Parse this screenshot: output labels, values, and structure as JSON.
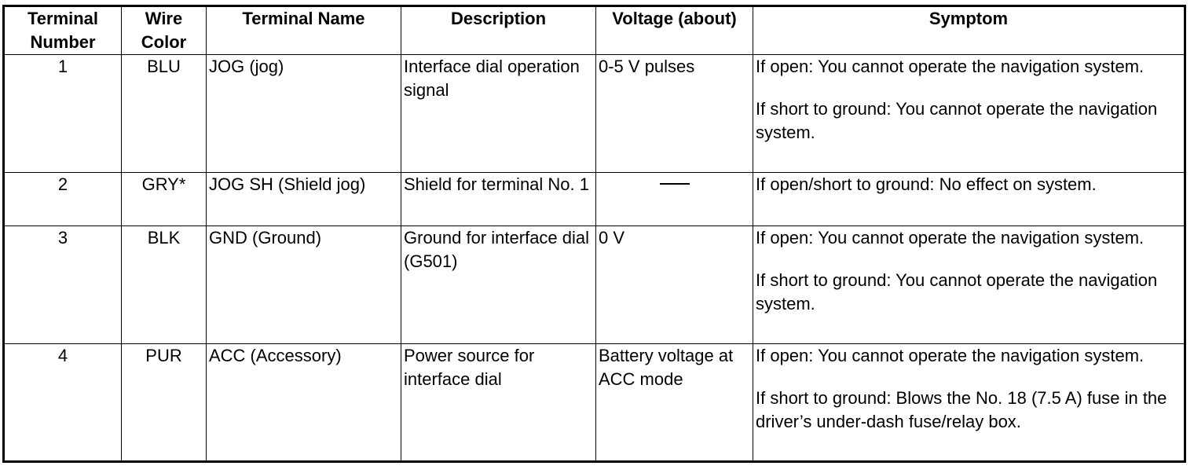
{
  "table": {
    "headers": [
      "Terminal Number",
      "Wire Color",
      "Terminal Name",
      "Description",
      "Voltage (about)",
      "Symptom"
    ],
    "rows": [
      {
        "terminal_number": "1",
        "wire_color": "BLU",
        "terminal_name": "JOG (jog)",
        "description": "Interface dial operation signal",
        "voltage": "0-5 V pulses",
        "symptom": [
          "If open: You cannot operate the navigation system.",
          "If short to ground: You cannot operate the navigation system."
        ]
      },
      {
        "terminal_number": "2",
        "wire_color": "GRY*",
        "terminal_name": "JOG SH (Shield jog)",
        "description": "Shield for terminal No. 1",
        "voltage": "",
        "symptom": [
          "If open/short to ground: No effect on system."
        ]
      },
      {
        "terminal_number": "3",
        "wire_color": "BLK",
        "terminal_name": "GND (Ground)",
        "description": "Ground for interface dial (G501)",
        "voltage": "0 V",
        "symptom": [
          "If open: You cannot operate the navigation system.",
          "If short to ground: You cannot operate the navigation system."
        ]
      },
      {
        "terminal_number": "4",
        "wire_color": "PUR",
        "terminal_name": "ACC (Accessory)",
        "description": "Power source for interface dial",
        "voltage": "Battery voltage at ACC mode",
        "symptom": [
          "If open: You cannot operate the navigation system.",
          "If short to ground: Blows the No. 18 (7.5 A) fuse in the driver’s under-dash fuse/relay box."
        ]
      }
    ]
  }
}
